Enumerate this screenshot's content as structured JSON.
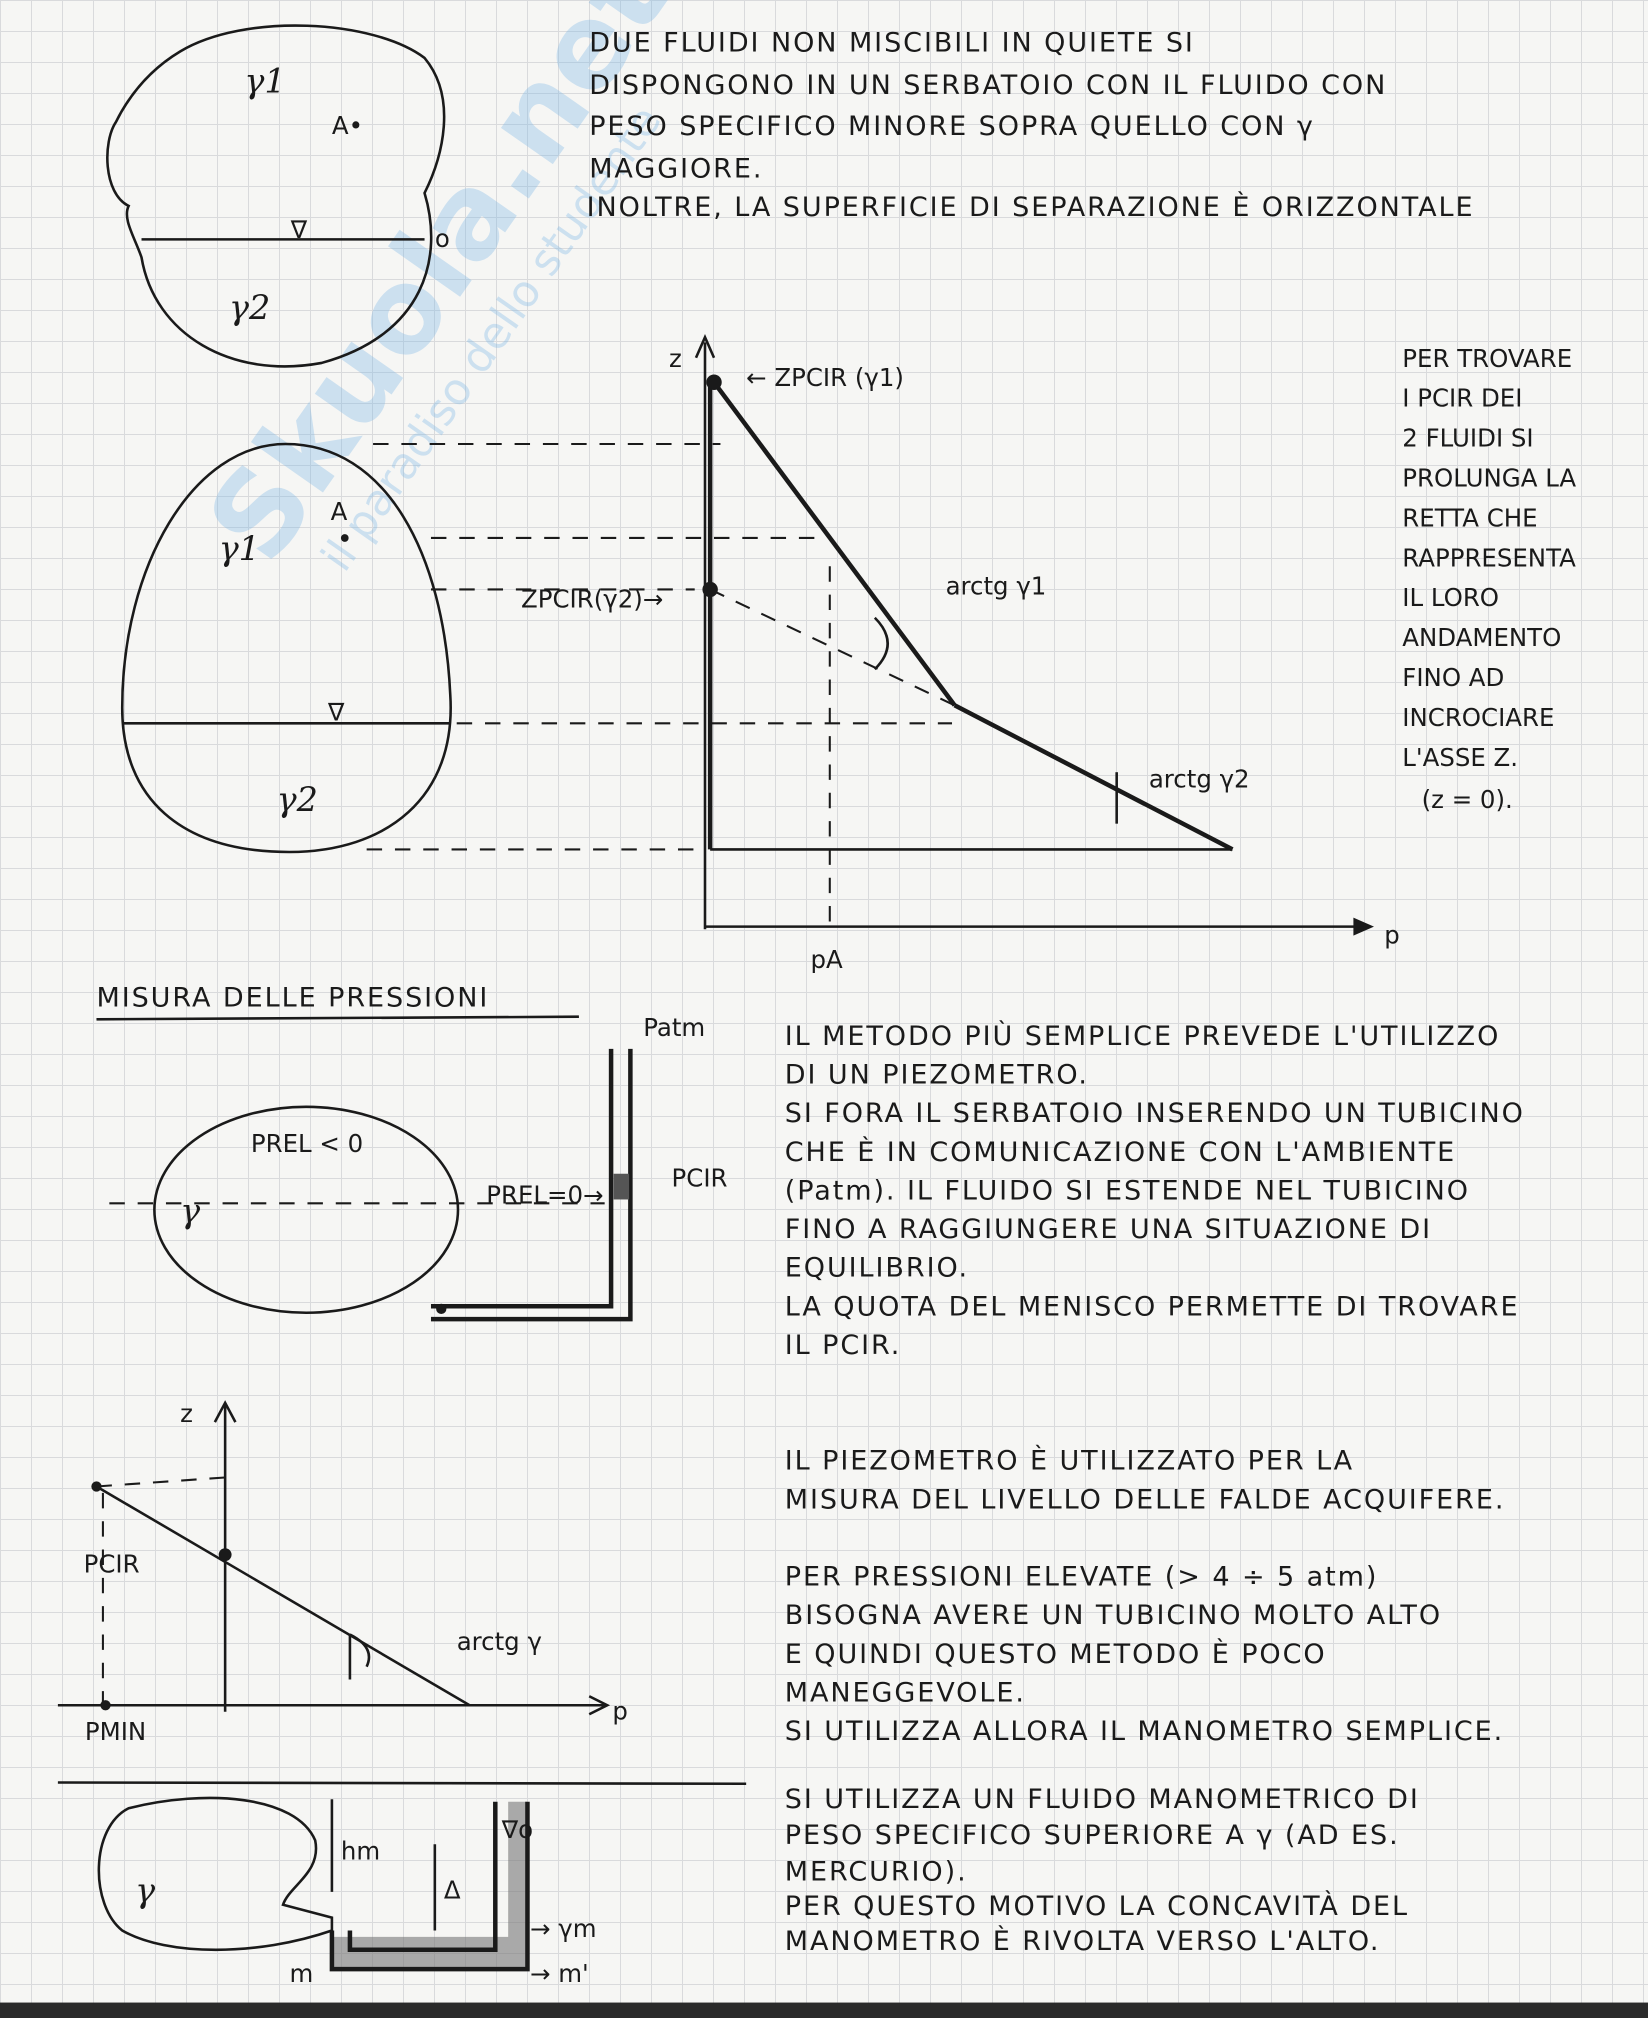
{
  "watermark": {
    "brand": "Skuola.net",
    "tagline": "il paradiso dello studente"
  },
  "intro": [
    "DUE FLUIDI NON MISCIBILI IN QUIETE SI",
    "DISPONGONO IN UN SERBATOIO CON IL FLUIDO CON",
    "PESO SPECIFICO MINORE SOPRA QUELLO CON γ",
    "MAGGIORE.",
    "INOLTRE, LA SUPERFICIE DI SEPARAZIONE È ORIZZONTALE"
  ],
  "side_note": [
    "PER TROVARE",
    "I PCIR DEI",
    "2 FLUIDI SI",
    "PROLUNGA LA",
    "RETTA CHE",
    "RAPPRESENTA",
    "IL LORO",
    "ANDAMENTO",
    "FINO AD",
    "INCROCIARE",
    "L'ASSE Z.",
    "(z = 0)."
  ],
  "diagram1": {
    "gamma1": "γ1",
    "gamma2": "γ2",
    "point_a": "A•",
    "surface": "∇",
    "origin": "o"
  },
  "diagram2": {
    "gamma1": "γ1",
    "gamma2": "γ2",
    "point_a": "A",
    "surface": "∇"
  },
  "chart1": {
    "z_axis": "z",
    "p_axis": "p",
    "zpcir1": "← ZPCIR (γ1)",
    "zpcir2": "ZPCIR(γ2)→",
    "arctg1": "arctg γ1",
    "arctg2": "arctg γ2",
    "pa": "pA"
  },
  "section_title": "MISURA DELLE PRESSIONI",
  "piezometer_text": [
    "IL METODO PIÙ SEMPLICE PREVEDE L'UTILIZZO",
    "DI UN PIEZOMETRO.",
    "SI FORA IL SERBATOIO INSERENDO UN TUBICINO",
    "CHE È IN COMUNICAZIONE CON L'AMBIENTE",
    "(Patm). IL FLUIDO SI ESTENDE NEL TUBICINO",
    "FINO A RAGGIUNGERE UNA SITUAZIONE DI",
    "EQUILIBRIO.",
    "LA QUOTA DEL MENISCO PERMETTE DI TROVARE",
    "IL PCIR."
  ],
  "tank": {
    "prel_neg": "PREL < 0",
    "gamma": "γ",
    "prel_zero": "PREL=0→",
    "pcir": "PCIR",
    "patm": "Patm"
  },
  "chart2": {
    "z_axis": "z",
    "p_axis": "p",
    "pcir": "PCIR",
    "pmin": "PMIN",
    "arctg": "arctg γ"
  },
  "aquifer_text": [
    "IL PIEZOMETRO È UTILIZZATO PER LA",
    "MISURA DEL LIVELLO DELLE FALDE ACQUIFERE."
  ],
  "high_pressure_text": [
    "PER PRESSIONI ELEVATE (> 4 ÷ 5 atm)",
    "BISOGNA AVERE UN TUBICINO MOLTO ALTO",
    "E QUINDI QUESTO METODO È POCO",
    "MANEGGEVOLE.",
    "SI UTILIZZA ALLORA IL MANOMETRO SEMPLICE."
  ],
  "manometer_text": [
    "SI UTILIZZA UN FLUIDO MANOMETRICO DI",
    "PESO SPECIFICO SUPERIORE A γ (AD ES.",
    "MERCURIO).",
    "PER QUESTO MOTIVO LA CONCAVITÀ DEL",
    "MANOMETRO È RIVOLTA VERSO L'ALTO."
  ],
  "manometer": {
    "gamma": "γ",
    "hm": "hm",
    "delta": "Δ",
    "surface": "∇o",
    "gamma_m": "→ γm",
    "m": "m",
    "m_prime": "→ m'"
  }
}
